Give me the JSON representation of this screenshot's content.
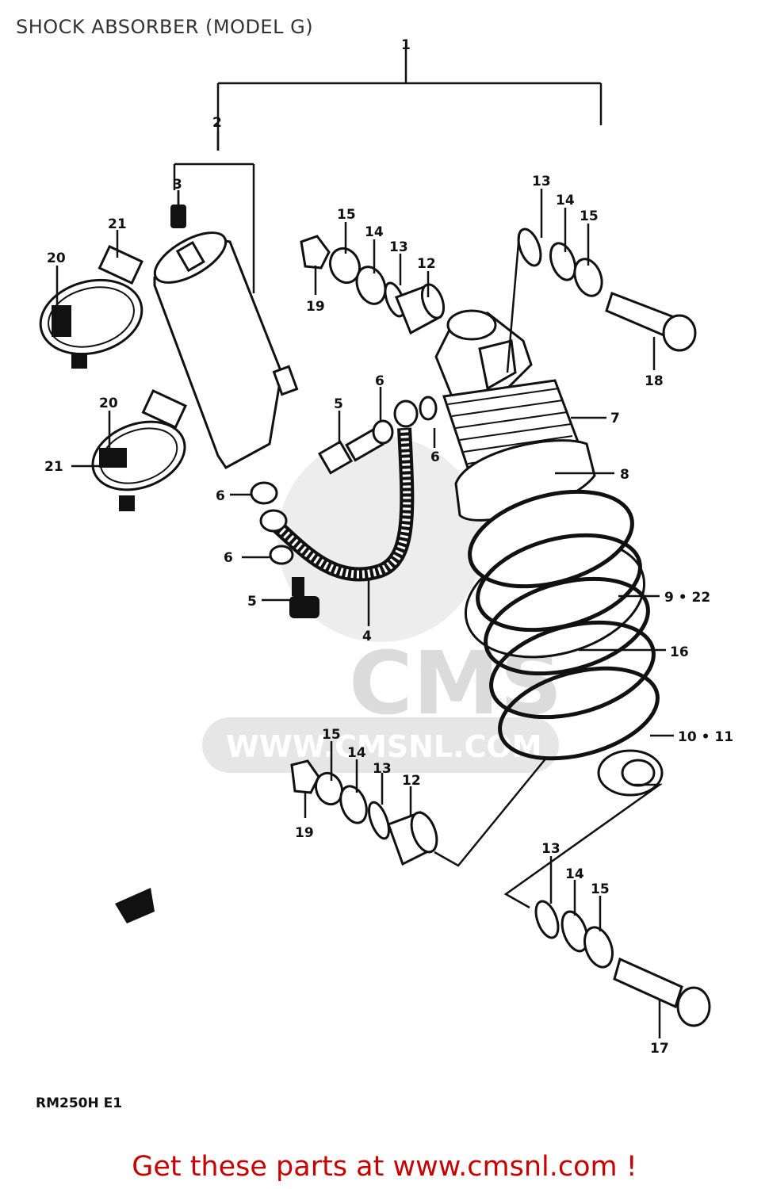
{
  "page": {
    "title": "SHOCK ABSORBER (MODEL G)",
    "footer_link": "Get these parts at www.cmsnl.com !",
    "model_code": "RM250H E1"
  },
  "watermark": {
    "brand": "CMS",
    "url": "WWW.CMSNL.COM"
  },
  "callouts": {
    "c1": "1",
    "c2": "2",
    "c3": "3",
    "c4": "4",
    "c5a": "5",
    "c5b": "5",
    "c6a": "6",
    "c6b": "6",
    "c6c": "6",
    "c6d": "6",
    "c7": "7",
    "c8": "8",
    "c9": "9 • 22",
    "c10": "10 • 11",
    "c12a": "12",
    "c12b": "12",
    "c13a": "13",
    "c13b": "13",
    "c13c": "13",
    "c13d": "13",
    "c14a": "14",
    "c14b": "14",
    "c14c": "14",
    "c14d": "14",
    "c15a": "15",
    "c15b": "15",
    "c15c": "15",
    "c15d": "15",
    "c16": "16",
    "c17": "17",
    "c18": "18",
    "c19a": "19",
    "c19b": "19",
    "c20a": "20",
    "c20b": "20",
    "c21a": "21",
    "c21b": "21"
  },
  "colors": {
    "footer_link": "#c80000",
    "line": "#111111",
    "watermark": "#d8d8d8"
  }
}
